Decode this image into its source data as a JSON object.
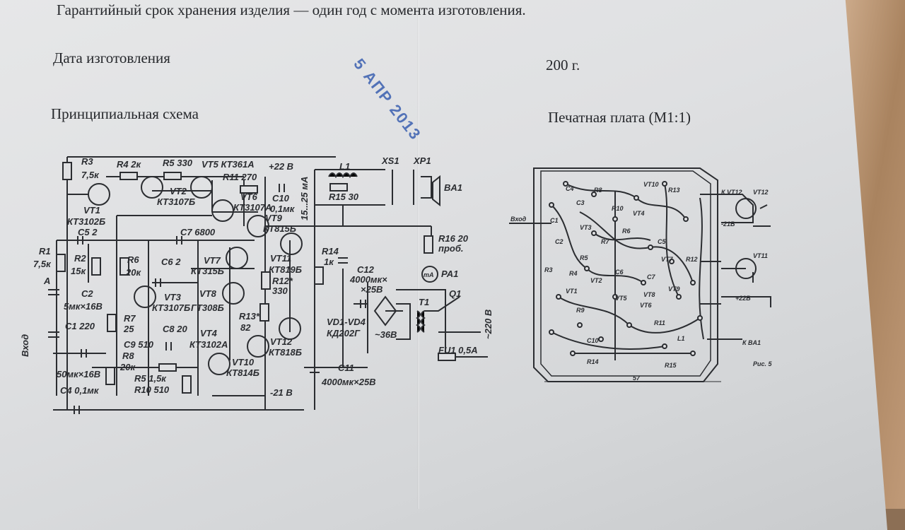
{
  "document": {
    "warranty_line": "Гарантийный срок хранения изделия — один год с момента изготовления.",
    "manufacture_date_label": "Дата изготовления",
    "year_text": "200 г.",
    "schematic_title": "Принципиальная схема",
    "pcb_title": "Печатная плата (М1:1)",
    "stamp_text": "5 АПР 2013"
  },
  "schematic": {
    "labels": {
      "r3": "R3",
      "r3v": "7,5к",
      "r4": "R4 2к",
      "r5": "R5 330",
      "vt5": "VT5 КТ361А",
      "v22": "+22 В",
      "l1": "L1",
      "xs1": "XS1",
      "xp1": "XP1",
      "ba1": "BA1",
      "r11": "R11 270",
      "r15": "R15 30",
      "vt1": "VT1",
      "vt1t": "КТ3102Б",
      "c5": "C5 2",
      "vt2": "VT2",
      "vt2t": "КТ3107Б",
      "vt6": "VT6",
      "vt6t": "КТ3107А",
      "c10": "C10",
      "c10v": "0,1мк",
      "cur": "15...25 мА",
      "vt9": "VT9",
      "vt9t": "КТ815Б",
      "c7": "C7 6800",
      "r16": "R16 20",
      "prob": "проб.",
      "r1": "R1",
      "r1v": "7,5к",
      "r2": "R2",
      "r2v": "15к",
      "r6": "R6",
      "r6v": "20к",
      "c6": "C6 2",
      "vt7": "VT7",
      "vt7t": "КТ315Б",
      "vt11": "VT11",
      "vt11t": "КТ819Б",
      "r12": "R12*",
      "r12v": "330",
      "r14": "R14",
      "r14v": "1к",
      "c12": "C12",
      "c12v": "4000мк×",
      "c12v2": "×25В",
      "pa1": "PA1",
      "ma": "mA",
      "a": "A",
      "c2": "C2",
      "c2v": "5мк×16В",
      "vt3": "VT3",
      "vt3t": "КТ3107Б",
      "vt8": "VT8",
      "vt8t": "ГТ308Б",
      "r13": "R13*",
      "r13v": "82",
      "q1": "Q1",
      "t1": "T1",
      "r7": "R7",
      "r7v": "25",
      "c1": "C1 220",
      "c8": "C8 20",
      "vt4": "VT4",
      "vd": "VD1-VD4",
      "vdt": "КД202Г",
      "v36": "~36В",
      "v220": "~220 В",
      "vt12": "VT12",
      "vt12t": "КТ818Б",
      "vt4t": "КТ3102А",
      "c9": "C9 510",
      "r8": "R8",
      "r8v": "20к",
      "vt10": "VT10",
      "vt10t": "КТ814Б",
      "fu1": "FU1 0,5А",
      "vhod": "Вход",
      "c3": "50мк×16В",
      "r5b": "R5 1,5к",
      "r10": "R10 510",
      "c11": "C11",
      "c11v": "4000мк×25В",
      "c4": "C4 0,1мк",
      "m21": "-21 В"
    }
  },
  "pcb": {
    "labels": {
      "c4": "C4",
      "r8": "R8",
      "vt10": "VT10",
      "r13": "R13",
      "vt12": "VT12",
      "k_vt12": "К VT12",
      "c3": "C3",
      "r10": "R10",
      "vt4": "VT4",
      "vhod": "Вход",
      "c1": "C1",
      "vt3": "VT3",
      "r7": "R7",
      "r6": "R6",
      "c5": "C5",
      "m21": "-21В",
      "c2": "C2",
      "vt11": "VT11",
      "r3": "R3",
      "r5": "R5",
      "r12": "R12",
      "vt7": "VT7",
      "c6": "C6",
      "r4": "R4",
      "vt2": "VT2",
      "vt1": "VT1",
      "vt5": "VT5",
      "c7": "C7",
      "p22": "+22В",
      "r9": "R9",
      "vt6": "VT6",
      "r11": "R11",
      "vt9": "VT9",
      "vt8": "VT8",
      "c10": "C10",
      "r14": "R14",
      "r15": "R15",
      "l1": "L1",
      "k_ba1": "К BA1",
      "dim": "57",
      "fig": "Рис. 5"
    }
  }
}
